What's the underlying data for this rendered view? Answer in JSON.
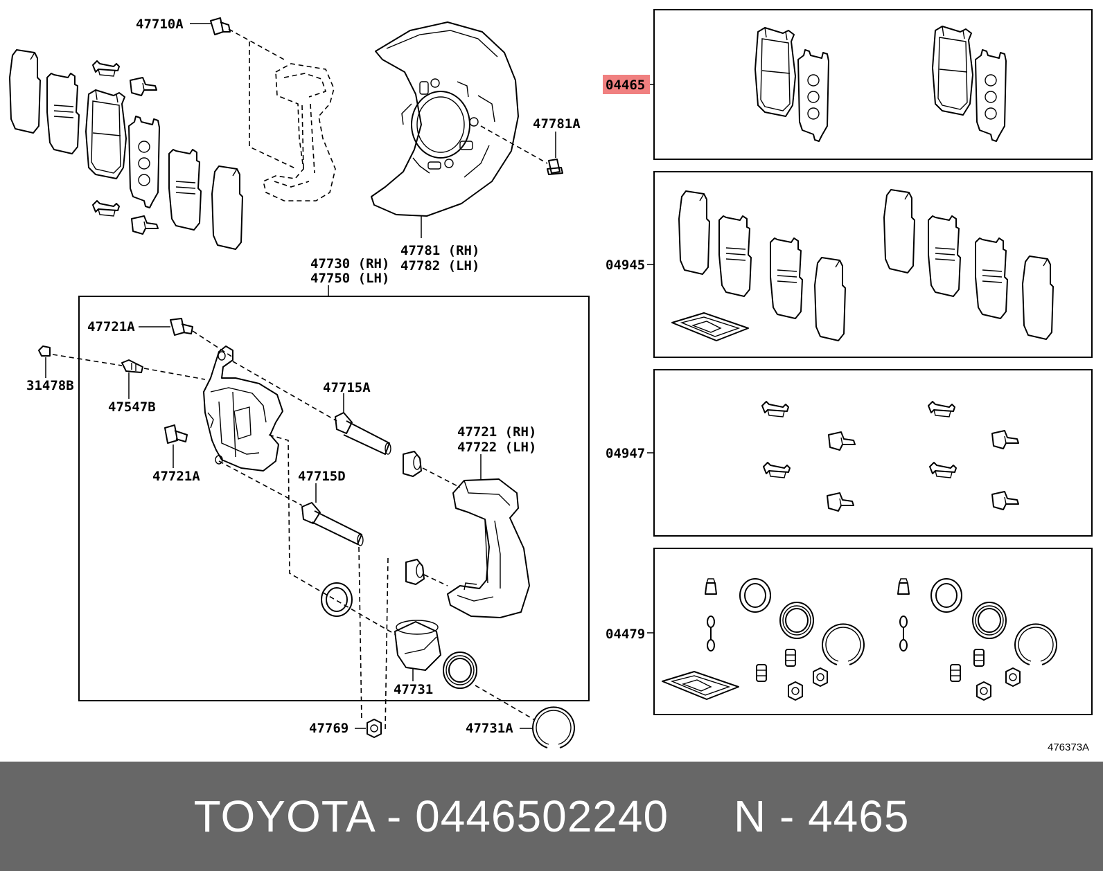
{
  "labels": {
    "l47710A": "47710A",
    "l47781A": "47781A",
    "l47781": "47781 (RH)",
    "l47782": "47782 (LH)",
    "l47730": "47730 (RH)",
    "l47750": "47750 (LH)",
    "l47721A_top": "47721A",
    "l31478B": "31478B",
    "l47547B": "47547B",
    "l47715A": "47715A",
    "l47721A_bot": "47721A",
    "l47721": "47721 (RH)",
    "l47722": "47722 (LH)",
    "l47715D": "47715D",
    "l47731": "47731",
    "l47769": "47769",
    "l47731A": "47731A",
    "kit_04465": "04465",
    "kit_04945": "04945",
    "kit_04947": "04947",
    "kit_04479": "04479",
    "drawing_code": "476373A"
  },
  "highlight_color": "#f08080",
  "footer": {
    "text": "TOYOTA - 0446502240     N - 4465"
  }
}
